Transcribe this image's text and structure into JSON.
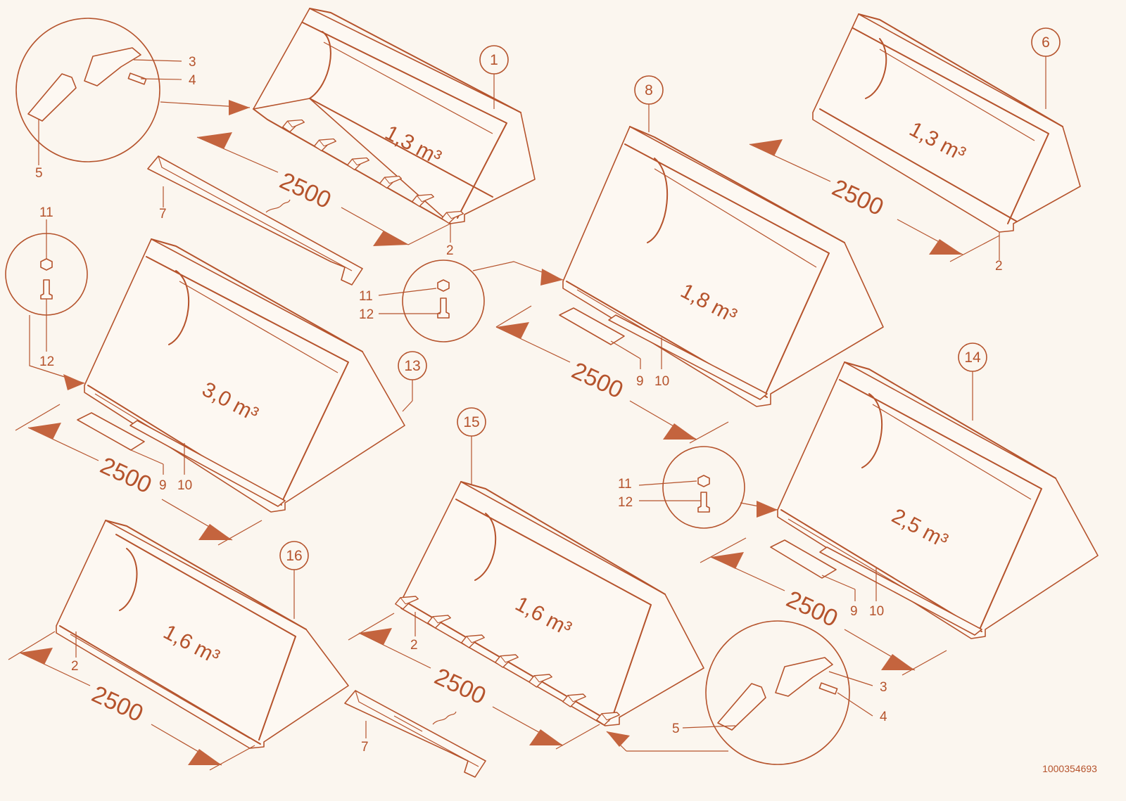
{
  "diagram": {
    "volumes": [
      "1,3 m³",
      "1,3 m³",
      "1,8 m³",
      "3,0 m³",
      "2,5 m³",
      "1,6 m³",
      "1,6 m³"
    ],
    "width_dimension": "2500",
    "bucket_numbers": [
      "1",
      "6",
      "8",
      "13",
      "14",
      "15",
      "16"
    ],
    "part_labels": {
      "p2": "2",
      "p3": "3",
      "p4": "4",
      "p5": "5",
      "p7": "7",
      "p9": "9",
      "p10": "10",
      "p11": "11",
      "p12": "12"
    },
    "document_id": "1000354693"
  },
  "colors": {
    "line": "#b5532c",
    "fill": "#c4643e",
    "background": "#fbf6ef"
  }
}
